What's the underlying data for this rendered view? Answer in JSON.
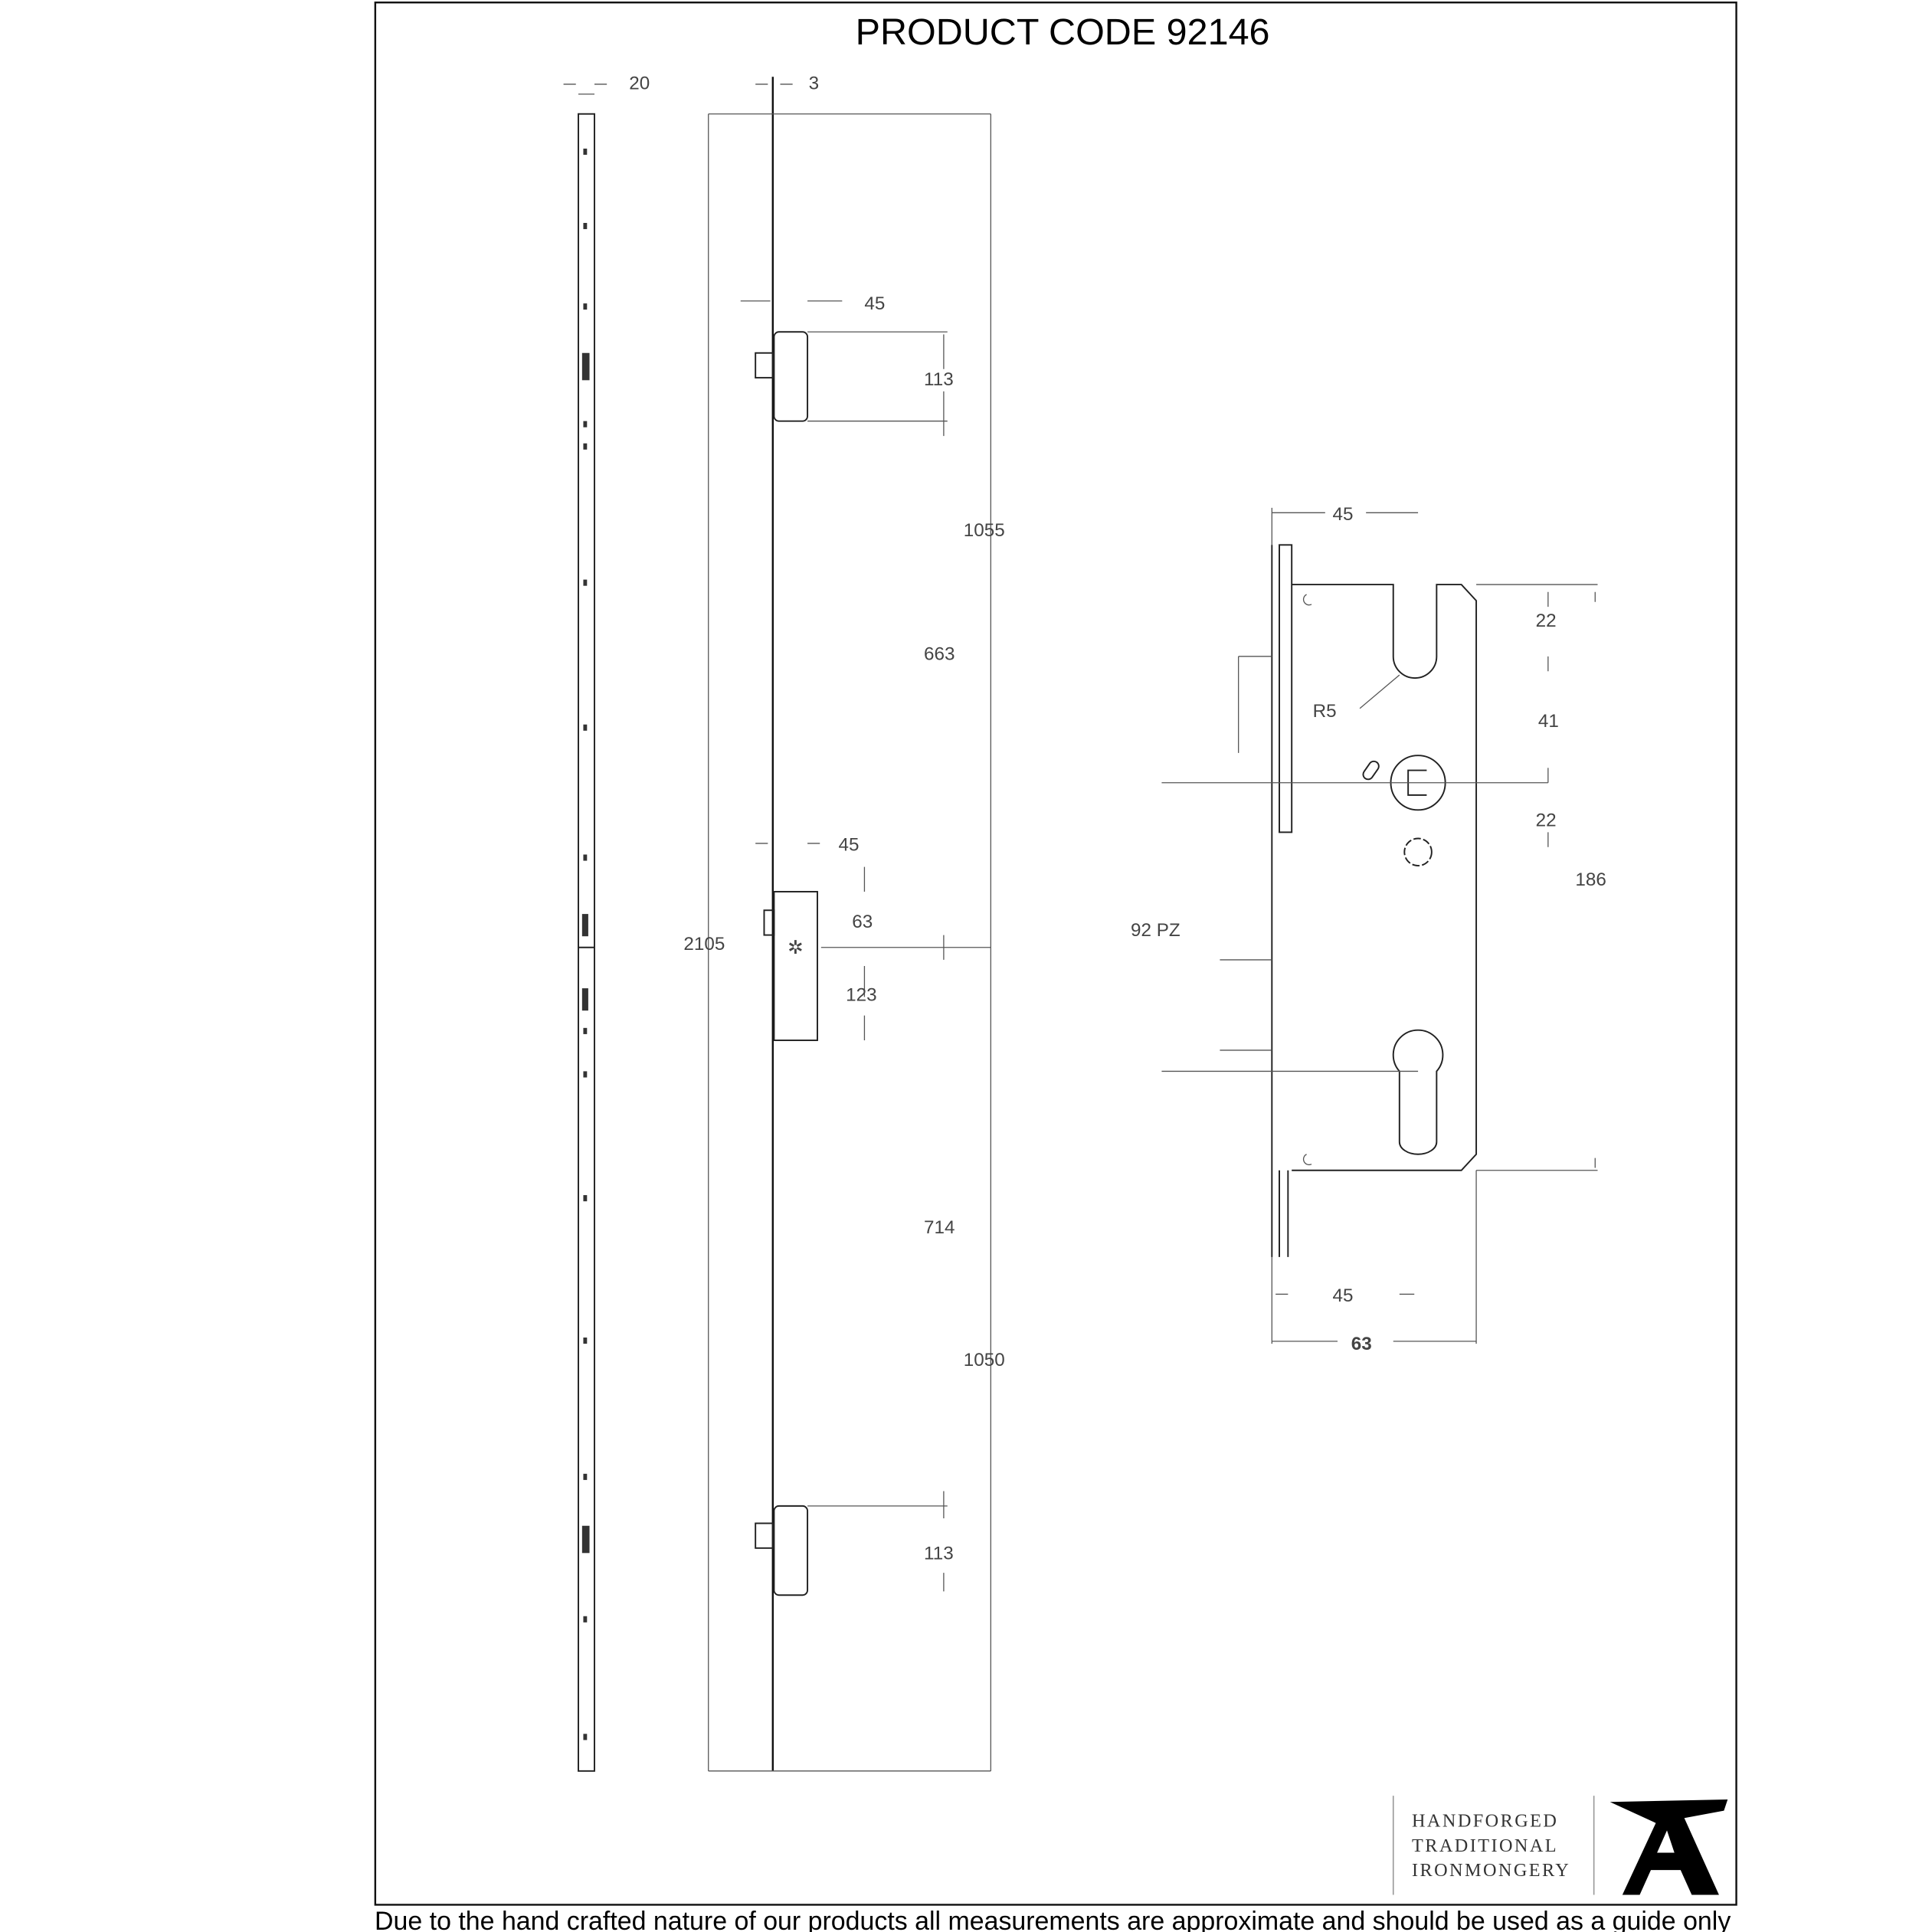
{
  "title": "PRODUCT CODE 92146",
  "footer": "Due to the hand crafted nature of our products all measurements are approximate and should be used as a guide only",
  "logo": {
    "lines": [
      "HANDFORGED",
      "TRADITIONAL",
      "IRONMONGERY"
    ],
    "mark": "anvil A"
  },
  "side_view": {
    "width": "20"
  },
  "front_view": {
    "offset": "3",
    "total_height": "2105",
    "upper_length": "1055",
    "lower_length": "1050",
    "upper_gap": "663",
    "lower_gap": "714",
    "top_hook_backset": "45",
    "top_hook_height": "113",
    "centre_backset": "45",
    "centre_offset": "63",
    "centre_height": "123",
    "bottom_hook_height": "113"
  },
  "detail_view": {
    "top_backset": "45",
    "dim_22_top": "22",
    "dim_41": "41",
    "dim_22_bottom": "22",
    "case_height": "186",
    "radius": "R5",
    "centres": "92 PZ",
    "bottom_backset": "45",
    "case_depth": "63"
  }
}
